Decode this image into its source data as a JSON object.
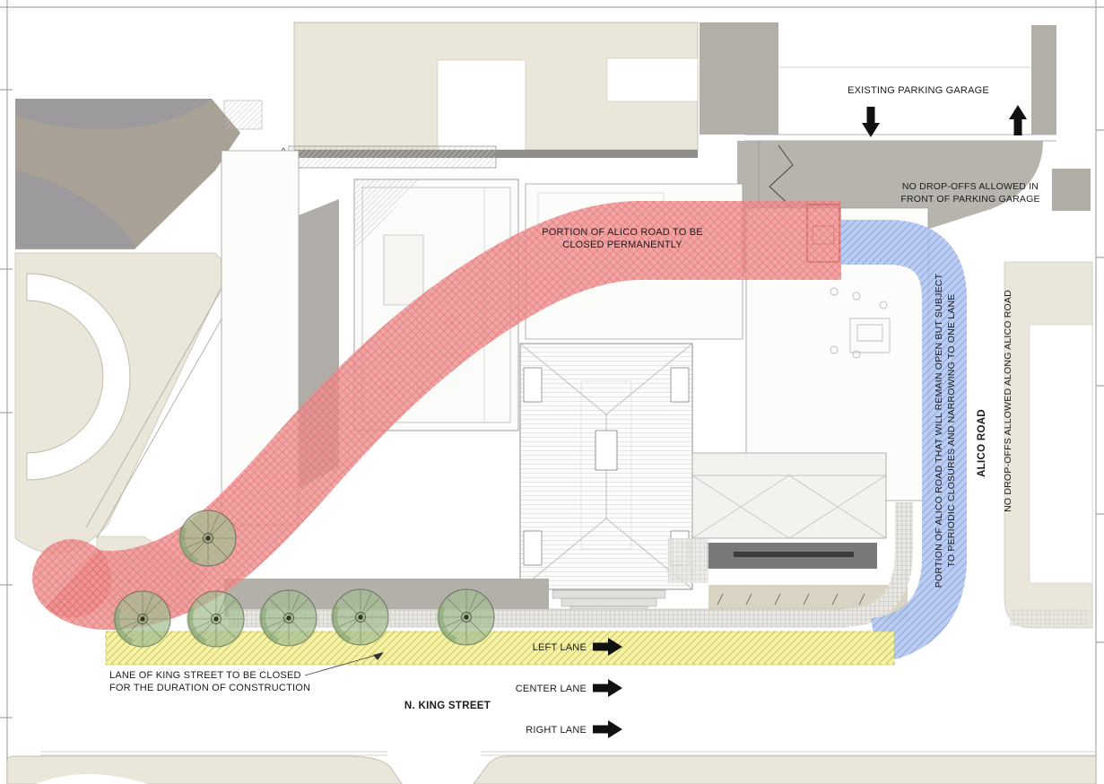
{
  "colors": {
    "closure_red": "#EF8E8E",
    "open_blue": "#AEC3EF",
    "lane_yellow": "#F5F2A1",
    "tree_green": "#A3BE93",
    "building_beige": "#EAE6DA",
    "pavement_gray": "#B7B4AE",
    "apron_tan": "#D9D3C3",
    "ink": "#1B1B1B"
  },
  "annotations": {
    "parking_garage_label": "EXISTING PARKING GARAGE",
    "no_dropoffs_garage": {
      "line1": "NO DROP-OFFS ALLOWED IN",
      "line2": "FRONT OF PARKING GARAGE"
    },
    "alico_closed": {
      "line1": "PORTION OF ALICO ROAD TO BE",
      "line2": "CLOSED PERMANENTLY"
    },
    "alico_open": {
      "line1": "PORTION OF ALICO ROAD THAT WILL REMAIN OPEN BUT SUBJECT",
      "line2": "TO PERIODIC CLOSURES AND NARROWING TO ONE LANE"
    },
    "alico_road_label": "ALICO ROAD",
    "no_dropoffs_alico": "NO DROP-OFFS ALLOWED ALONG ALICO ROAD",
    "king_lane_closed": {
      "line1": "LANE OF KING STREET TO BE CLOSED",
      "line2": "FOR THE DURATION OF CONSTRUCTION"
    },
    "king_street_label": "N. KING STREET",
    "lanes": {
      "left": "LEFT LANE",
      "center": "CENTER LANE",
      "right": "RIGHT LANE"
    }
  },
  "site": {
    "tree_count": 6
  }
}
